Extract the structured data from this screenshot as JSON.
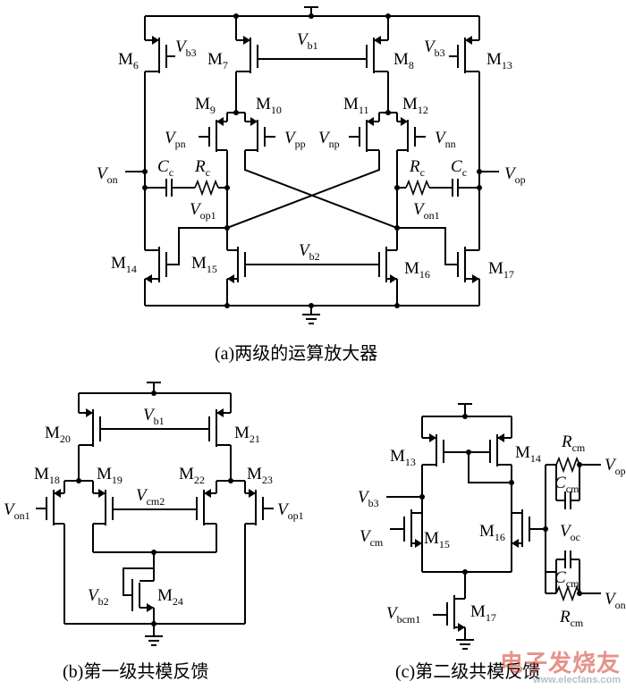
{
  "captions": {
    "a": "(a)两级的运算放大器",
    "b": "(b)第一级共模反馈",
    "c": "(c)第二级共模反馈"
  },
  "watermark": {
    "text": "电子发烧友",
    "url": "www.elecfans.com"
  },
  "labels": {
    "M6": [
      "M",
      "6"
    ],
    "M7": [
      "M",
      "7"
    ],
    "M8": [
      "M",
      "8"
    ],
    "M9": [
      "M",
      "9"
    ],
    "M10": [
      "M",
      "10"
    ],
    "M11": [
      "M",
      "11"
    ],
    "M12": [
      "M",
      "12"
    ],
    "M13": [
      "M",
      "13"
    ],
    "M14": [
      "M",
      "14"
    ],
    "M15": [
      "M",
      "15"
    ],
    "M16": [
      "M",
      "16"
    ],
    "M17": [
      "M",
      "17"
    ],
    "Vb3": [
      "V",
      "b3"
    ],
    "Vb1": [
      "V",
      "b1"
    ],
    "Vb2": [
      "V",
      "b2"
    ],
    "Vpn": [
      "V",
      "pn"
    ],
    "Vpp": [
      "V",
      "pp"
    ],
    "Vnp": [
      "V",
      "np"
    ],
    "Vnn": [
      "V",
      "nn"
    ],
    "Von": [
      "V",
      "on"
    ],
    "Vop": [
      "V",
      "op"
    ],
    "Vop1": [
      "V",
      "op1"
    ],
    "Von1": [
      "V",
      "on1"
    ],
    "Cc": [
      "C",
      "c"
    ],
    "Rc": [
      "R",
      "c"
    ],
    "M18": [
      "M",
      "18"
    ],
    "M19": [
      "M",
      "19"
    ],
    "M20": [
      "M",
      "20"
    ],
    "M21": [
      "M",
      "21"
    ],
    "M22": [
      "M",
      "22"
    ],
    "M23": [
      "M",
      "23"
    ],
    "M24": [
      "M",
      "24"
    ],
    "Vcm2": [
      "V",
      "cm2"
    ],
    "Vbcm1": [
      "V",
      "bcm1"
    ],
    "Vcm": [
      "V",
      "cm"
    ],
    "Voc": [
      "V",
      "oc"
    ],
    "Rcm": [
      "R",
      "cm"
    ],
    "Ccm": [
      "C",
      "cm"
    ]
  }
}
